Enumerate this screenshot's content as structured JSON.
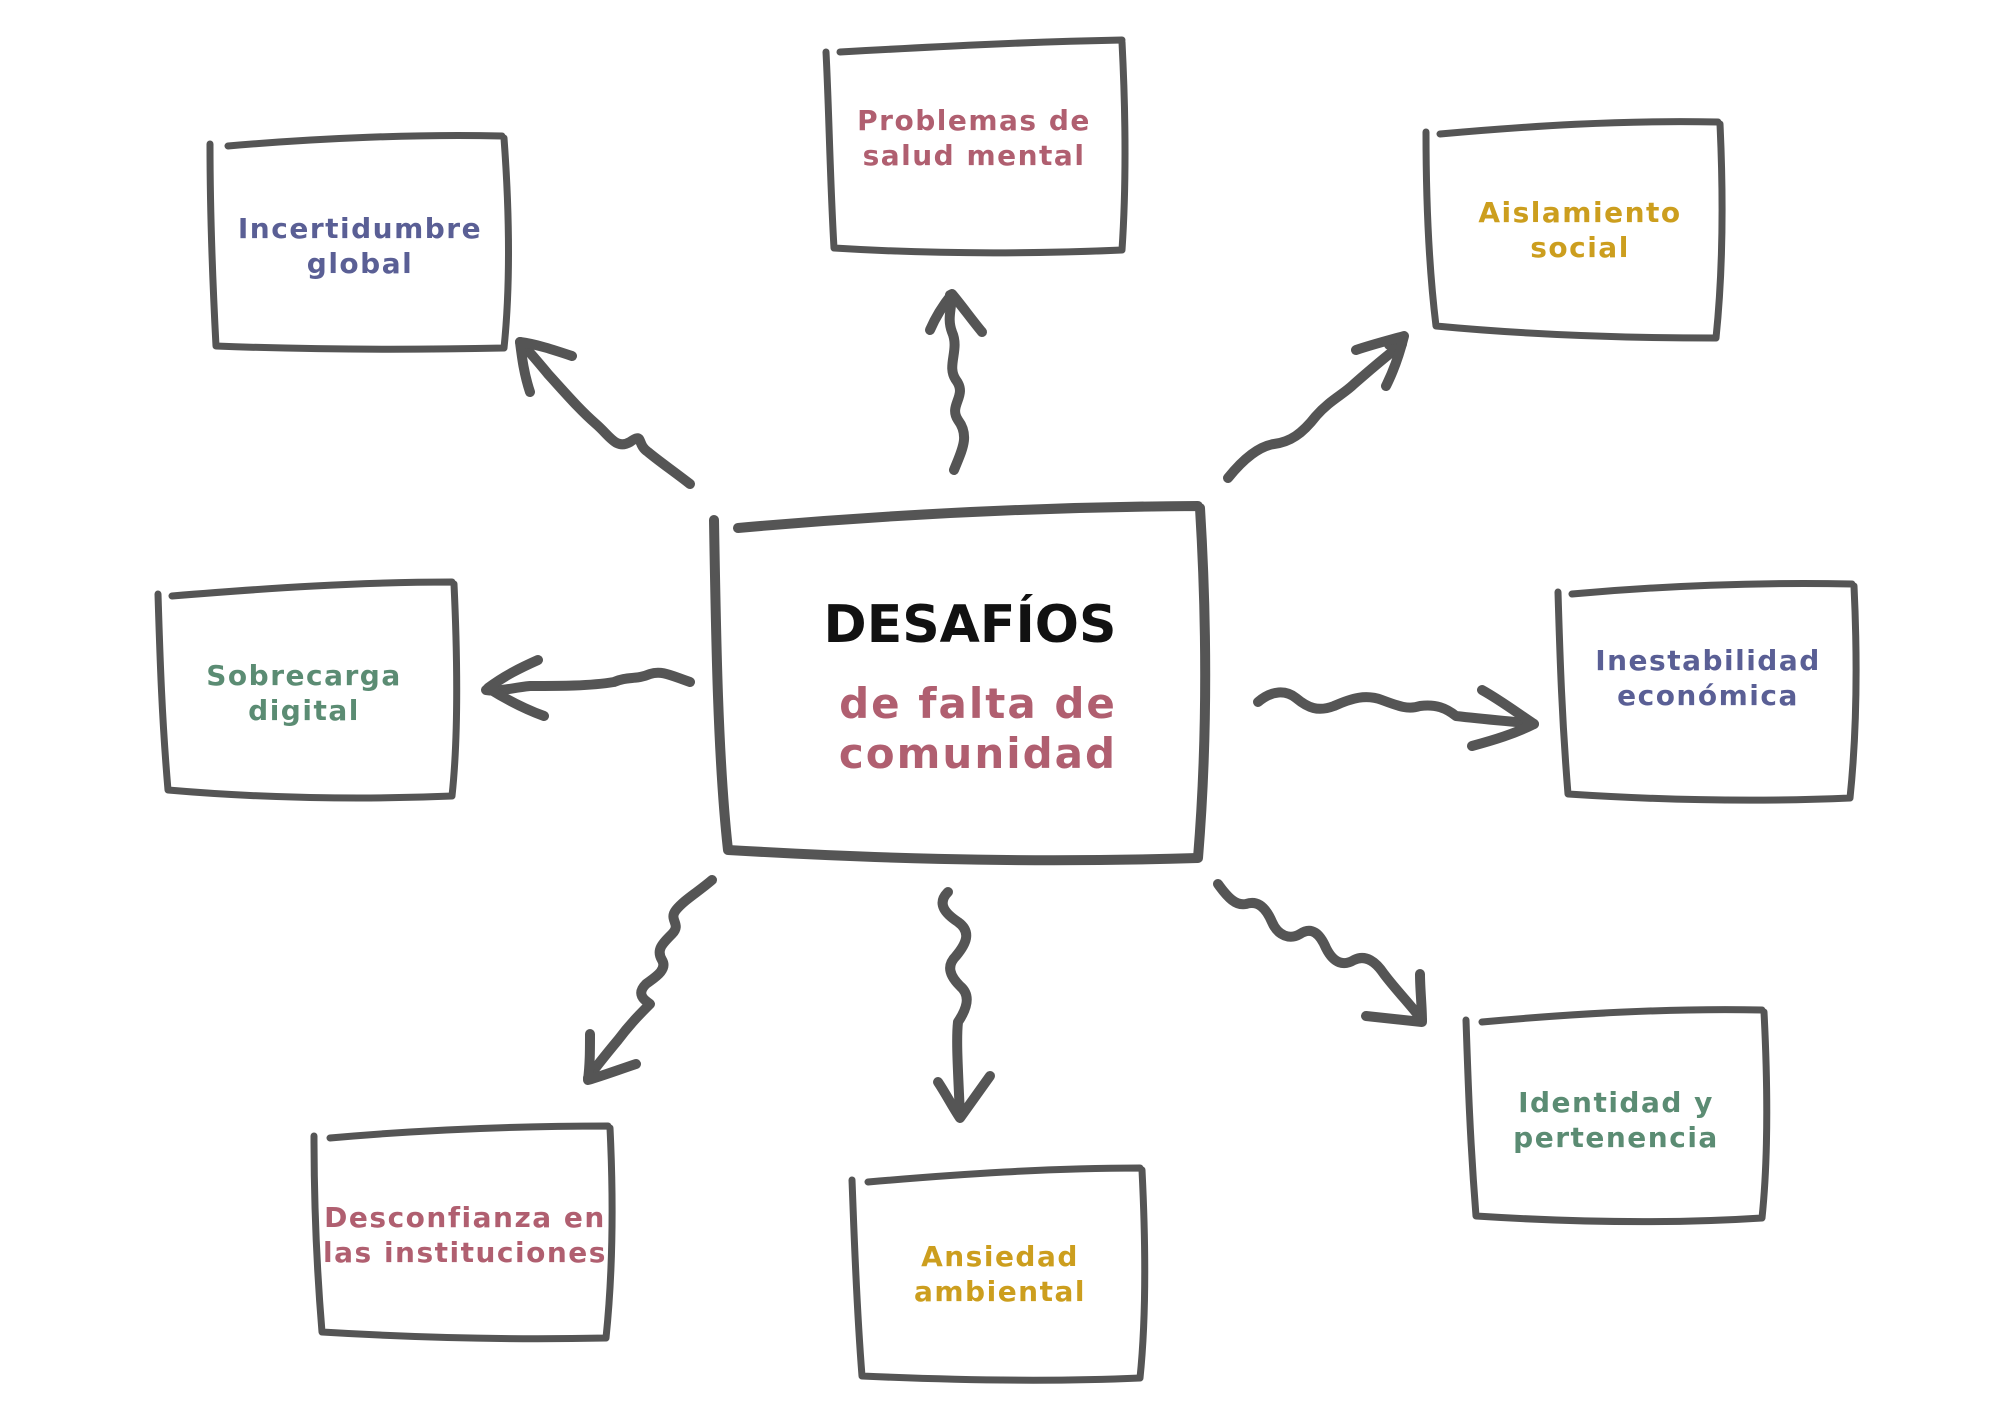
{
  "colors": {
    "line": "#555555",
    "title": "#111111",
    "rose": "#b05f70",
    "blue": "#5a5f95",
    "gold": "#cc9e1e",
    "green": "#5b8c73"
  },
  "center": {
    "title": "DESAFÍOS",
    "subtitle_line1": "de falta de",
    "subtitle_line2": "comunidad"
  },
  "nodes": {
    "problemas": {
      "line1": "Problemas de",
      "line2": "salud mental"
    },
    "incertidumbre": {
      "line1": "Incertidumbre",
      "line2": "global"
    },
    "aislamiento": {
      "line1": "Aislamiento",
      "line2": "social"
    },
    "sobrecarga": {
      "line1": "Sobrecarga",
      "line2": "digital"
    },
    "inestabilidad": {
      "line1": "Inestabilidad",
      "line2": "económica"
    },
    "desconfianza": {
      "line1": "Desconfianza en",
      "line2": "las instituciones"
    },
    "ansiedad": {
      "line1": "Ansiedad",
      "line2": "ambiental"
    },
    "identidad": {
      "line1": "Identidad y",
      "line2": "pertenencia"
    }
  }
}
